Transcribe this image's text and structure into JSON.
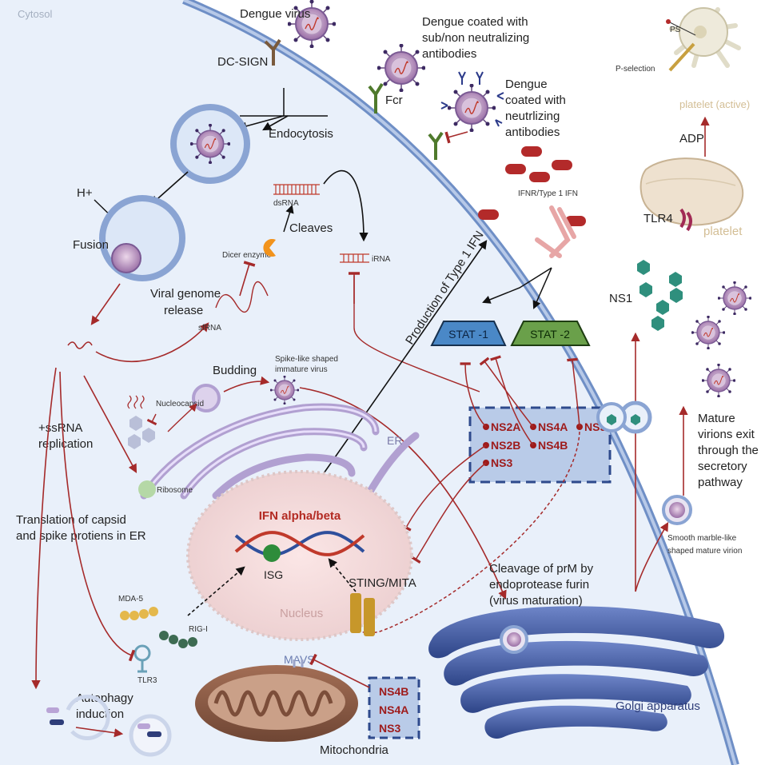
{
  "labels": {
    "cytosol": "Cytosol",
    "dengue_virus": "Dengue virus",
    "dc_sign": "DC-SIGN",
    "coated_sub": "Dengue coated with",
    "coated_sub2": "sub/non neutralizing",
    "coated_sub3": "antibodies",
    "fcr": "Fcr",
    "coated_neut1": "Dengue",
    "coated_neut2": "coated with",
    "coated_neut3": "neutrlizing",
    "coated_neut4": "antibodies",
    "ps": "PS",
    "p_selection": "P-selection",
    "platelet_active": "platelet (active)",
    "adp": "ADP",
    "tlr4": "TLR4",
    "platelet": "platelet",
    "endocytosis": "Endocytosis",
    "h_plus": "H+",
    "fusion": "Fusion",
    "viral_release_1": "Viral genome",
    "viral_release_2": "release",
    "dsrna": "dsRNA",
    "cleaves": "Cleaves",
    "dicer": "Dicer enzyme",
    "irna": "iRNA",
    "sfrna": "sfRNA",
    "ifnr": "IFNR/Type 1 IFN",
    "production": "Production of Type 1 IFN",
    "stat1": "STAT -1",
    "stat2": "STAT -2",
    "ns1": "NS1",
    "budding": "Budding",
    "spike_1": "Spike-like shaped",
    "spike_2": "immature virus",
    "nucleocapsid": "Nucleocapsid",
    "ssrna_1": "+ssRNA",
    "ssrna_2": "replication",
    "ribosome": "Ribosome",
    "er": "ER",
    "translation_1": "Translation of capsid",
    "translation_2": "and spike protiens in ER",
    "ifn_ab": "IFN alpha/beta",
    "isg": "ISG",
    "nucleus": "Nucleus",
    "sting": "STING/MITA",
    "mda5": "MDA-5",
    "rigi": "RIG-I",
    "tlr3": "TLR3",
    "mavs": "MAVS",
    "mito": "Mitochondria",
    "autophagy_1": "Autophagy",
    "autophagy_2": "induction",
    "cleavage_1": "Cleavage of prM by",
    "cleavage_2": "endoprotease furin",
    "cleavage_3": "(virus maturation)",
    "golgi": "Golgi apparatus",
    "mature_1": "Mature",
    "mature_2": "virions exit",
    "mature_3": "through the",
    "mature_4": "secretory",
    "mature_5": "pathway",
    "smooth_1": "Smooth marble-like",
    "smooth_2": "shaped mature virion"
  },
  "ns_box": [
    "NS2A",
    "NS4A",
    "NS5",
    "NS2B",
    "NS4B",
    "NS3"
  ],
  "ns_box2": [
    "NS4B",
    "NS4A",
    "NS3"
  ],
  "colors": {
    "cytosol_bg": "#e9f0fa",
    "membrane": "#7f9fd2",
    "inhibit_red": "#a52a2a",
    "stat1_fill": "#4a88c7",
    "stat2_fill": "#6aa04a",
    "ns_box_fill": "#b9cbe8"
  }
}
